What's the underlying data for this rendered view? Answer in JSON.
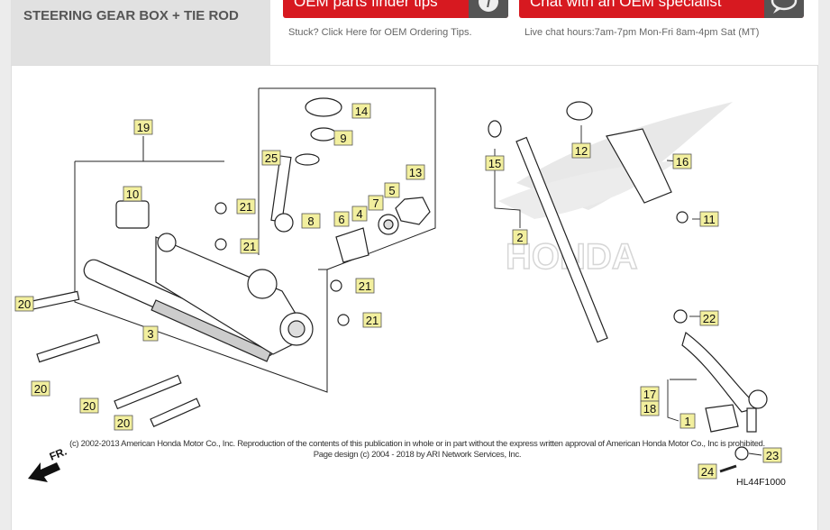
{
  "header": {
    "title": "STEERING GEAR BOX + TIE ROD",
    "oem_finder_button": "OEM parts finder tips",
    "oem_finder_hint": "Stuck? Click Here for OEM Ordering Tips.",
    "chat_button": "Chat with an OEM specialist",
    "chat_hint": "Live chat hours:7am-7pm Mon-Fri 8am-4pm Sat (MT)",
    "info_icon": "info-icon",
    "chat_icon": "chat-bubble-icon"
  },
  "diagram": {
    "callouts": [
      "19",
      "10",
      "21",
      "21",
      "14",
      "9",
      "25",
      "8",
      "13",
      "5",
      "7",
      "4",
      "6",
      "21",
      "21",
      "20",
      "3",
      "20",
      "20",
      "20",
      "1",
      "2",
      "11",
      "12",
      "15",
      "16",
      "17",
      "18",
      "22",
      "23",
      "24"
    ],
    "watermark": "HONDA",
    "direction_label": "FR.",
    "diagram_code": "HL44F1000",
    "copyright_line1": "(c) 2002-2013 American Honda Motor Co., Inc. Reproduction of the contents of this publication in whole or in part without the express written approval of American Honda Motor Co., Inc is prohibited.",
    "copyright_line2": "Page design (c) 2004 - 2018 by ARI Network Services, Inc."
  },
  "colors": {
    "brand_red": "#d71920",
    "callout_fill": "#f2ef9e",
    "title_bg": "#e1e1e1"
  }
}
